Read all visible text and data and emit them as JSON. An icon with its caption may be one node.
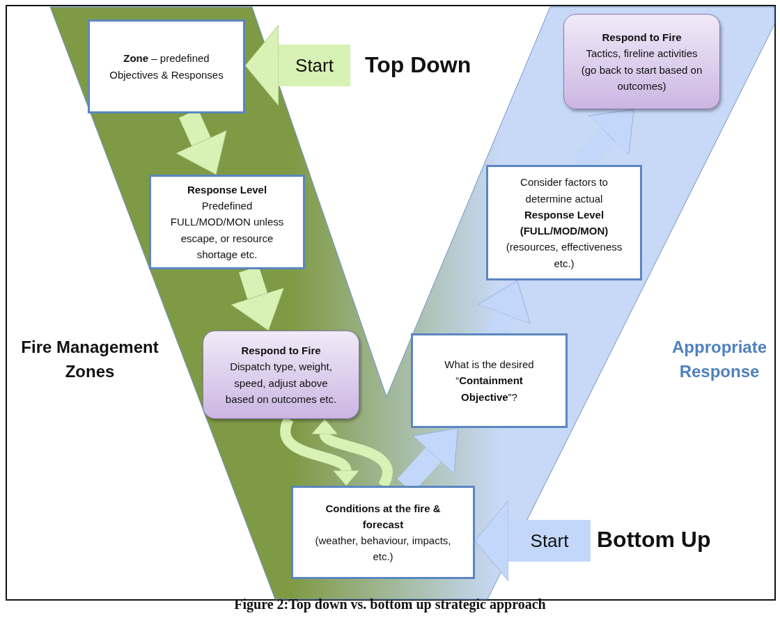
{
  "diagram": {
    "caption": "Figure 2:Top down vs. bottom up strategic approach",
    "nodes": [
      {
        "text": [
          "**Zone** – predefined Objectives & Responses"
        ]
      },
      {
        "text": [
          "Response Level",
          "Predefined FULL/MOD/MON unless escape, or resource shortage etc."
        ]
      },
      {
        "text": [
          "Respond to Fire",
          "Dispatch type, weight, speed, adjust above based on outcomes etc."
        ]
      },
      {
        "text": [
          "Conditions at the fire & forecast",
          "(weather, behaviour, impacts, etc.)"
        ]
      },
      {
        "text": [
          "What is the desired “**Containment Objective**”?"
        ]
      },
      {
        "text": [
          "Consider factors to determine actual **Response Level (FULL/MOD/MON)** (resources, effectiveness etc.)"
        ]
      },
      {
        "text": [
          "Respond to Fire",
          "Tactics, fireline activities (go back to start based on outcomes)"
        ]
      }
    ],
    "edges": [
      {
        "from": null,
        "to": 0,
        "arrow": "to",
        "label": "Start",
        "style": "thick"
      },
      {
        "from": 0,
        "to": 1,
        "arrow": "to"
      },
      {
        "from": 1,
        "to": 2,
        "arrow": "to"
      },
      {
        "from": 2,
        "to": 3,
        "arrow": "to"
      },
      {
        "from": 3,
        "to": 2,
        "arrow": "to"
      },
      {
        "from": null,
        "to": 3,
        "arrow": "to",
        "label": "Start",
        "style": "thick",
        "color": "#c3d7fb"
      },
      {
        "from": 3,
        "to": 4,
        "arrow": "to",
        "color": "#c3d7fb"
      },
      {
        "from": 4,
        "to": 5,
        "arrow": "to",
        "color": "#c3d7fb"
      },
      {
        "from": 5,
        "to": 6,
        "arrow": "to",
        "color": "#c3d7fb"
      }
    ],
    "labels": [
      "Top Down",
      "Bottom Up",
      "Fire Management Zones",
      "Appropriate Response"
    ]
  }
}
